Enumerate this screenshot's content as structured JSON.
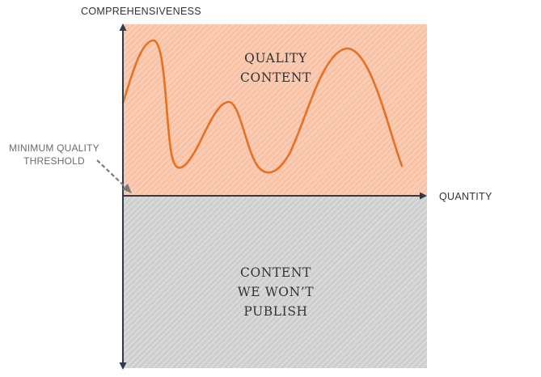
{
  "axes": {
    "y_label": "COMPREHENSIVENESS",
    "x_label": "QUANTITY"
  },
  "threshold": {
    "label_line1": "MINIMUM QUALITY",
    "label_line2": "THRESHOLD"
  },
  "regions": {
    "quality": {
      "line1": "QUALITY",
      "line2": "CONTENT"
    },
    "rejected": {
      "line1": "CONTENT",
      "line2": "WE WON’T",
      "line3": "PUBLISH"
    }
  },
  "colors": {
    "quality_fill": "#f9c7ae",
    "rejected_fill": "#d2d2d2",
    "curve": "#e8701e",
    "axis": "#2f3b4c",
    "threshold_arrow": "#7a7a7a"
  }
}
